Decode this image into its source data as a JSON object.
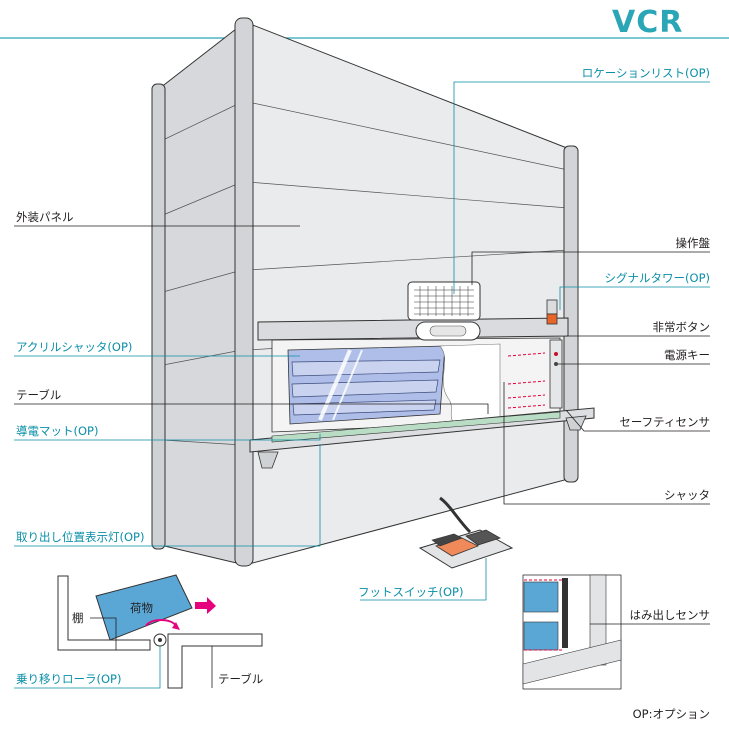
{
  "logo": "VCR",
  "labels": {
    "location_list": "ロケーションリスト(OP)",
    "outer_panel": "外装パネル",
    "control_panel": "操作盤",
    "signal_tower": "シグナルタワー(OP)",
    "emergency_button": "非常ボタン",
    "acrylic_shutter": "アクリルシャッタ(OP)",
    "power_key": "電源キー",
    "table": "テーブル",
    "safety_sensor": "セーフティセンサ",
    "conductive_mat": "導電マット(OP)",
    "shutter": "シャッタ",
    "pickup_light": "取り出し位置表示灯(OP)",
    "foot_switch": "フットスイッチ(OP)",
    "shelf": "棚",
    "cargo": "荷物",
    "overhang_sensor": "はみ出しセンサ",
    "transfer_roller": "乗り移りローラ(OP)",
    "table_detail": "テーブル",
    "op_note": "OP:オプション"
  },
  "colors": {
    "accent": "#2aa6b6",
    "teal_label": "#0a8fa8",
    "cargo_blue": "#5aa7d6",
    "arrow_pink": "#e6007e",
    "pedal_orange": "#f08a5a",
    "signal_orange": "#e8652a",
    "window_blue": "#aebee8",
    "panel_gray": "#e9eaec"
  }
}
